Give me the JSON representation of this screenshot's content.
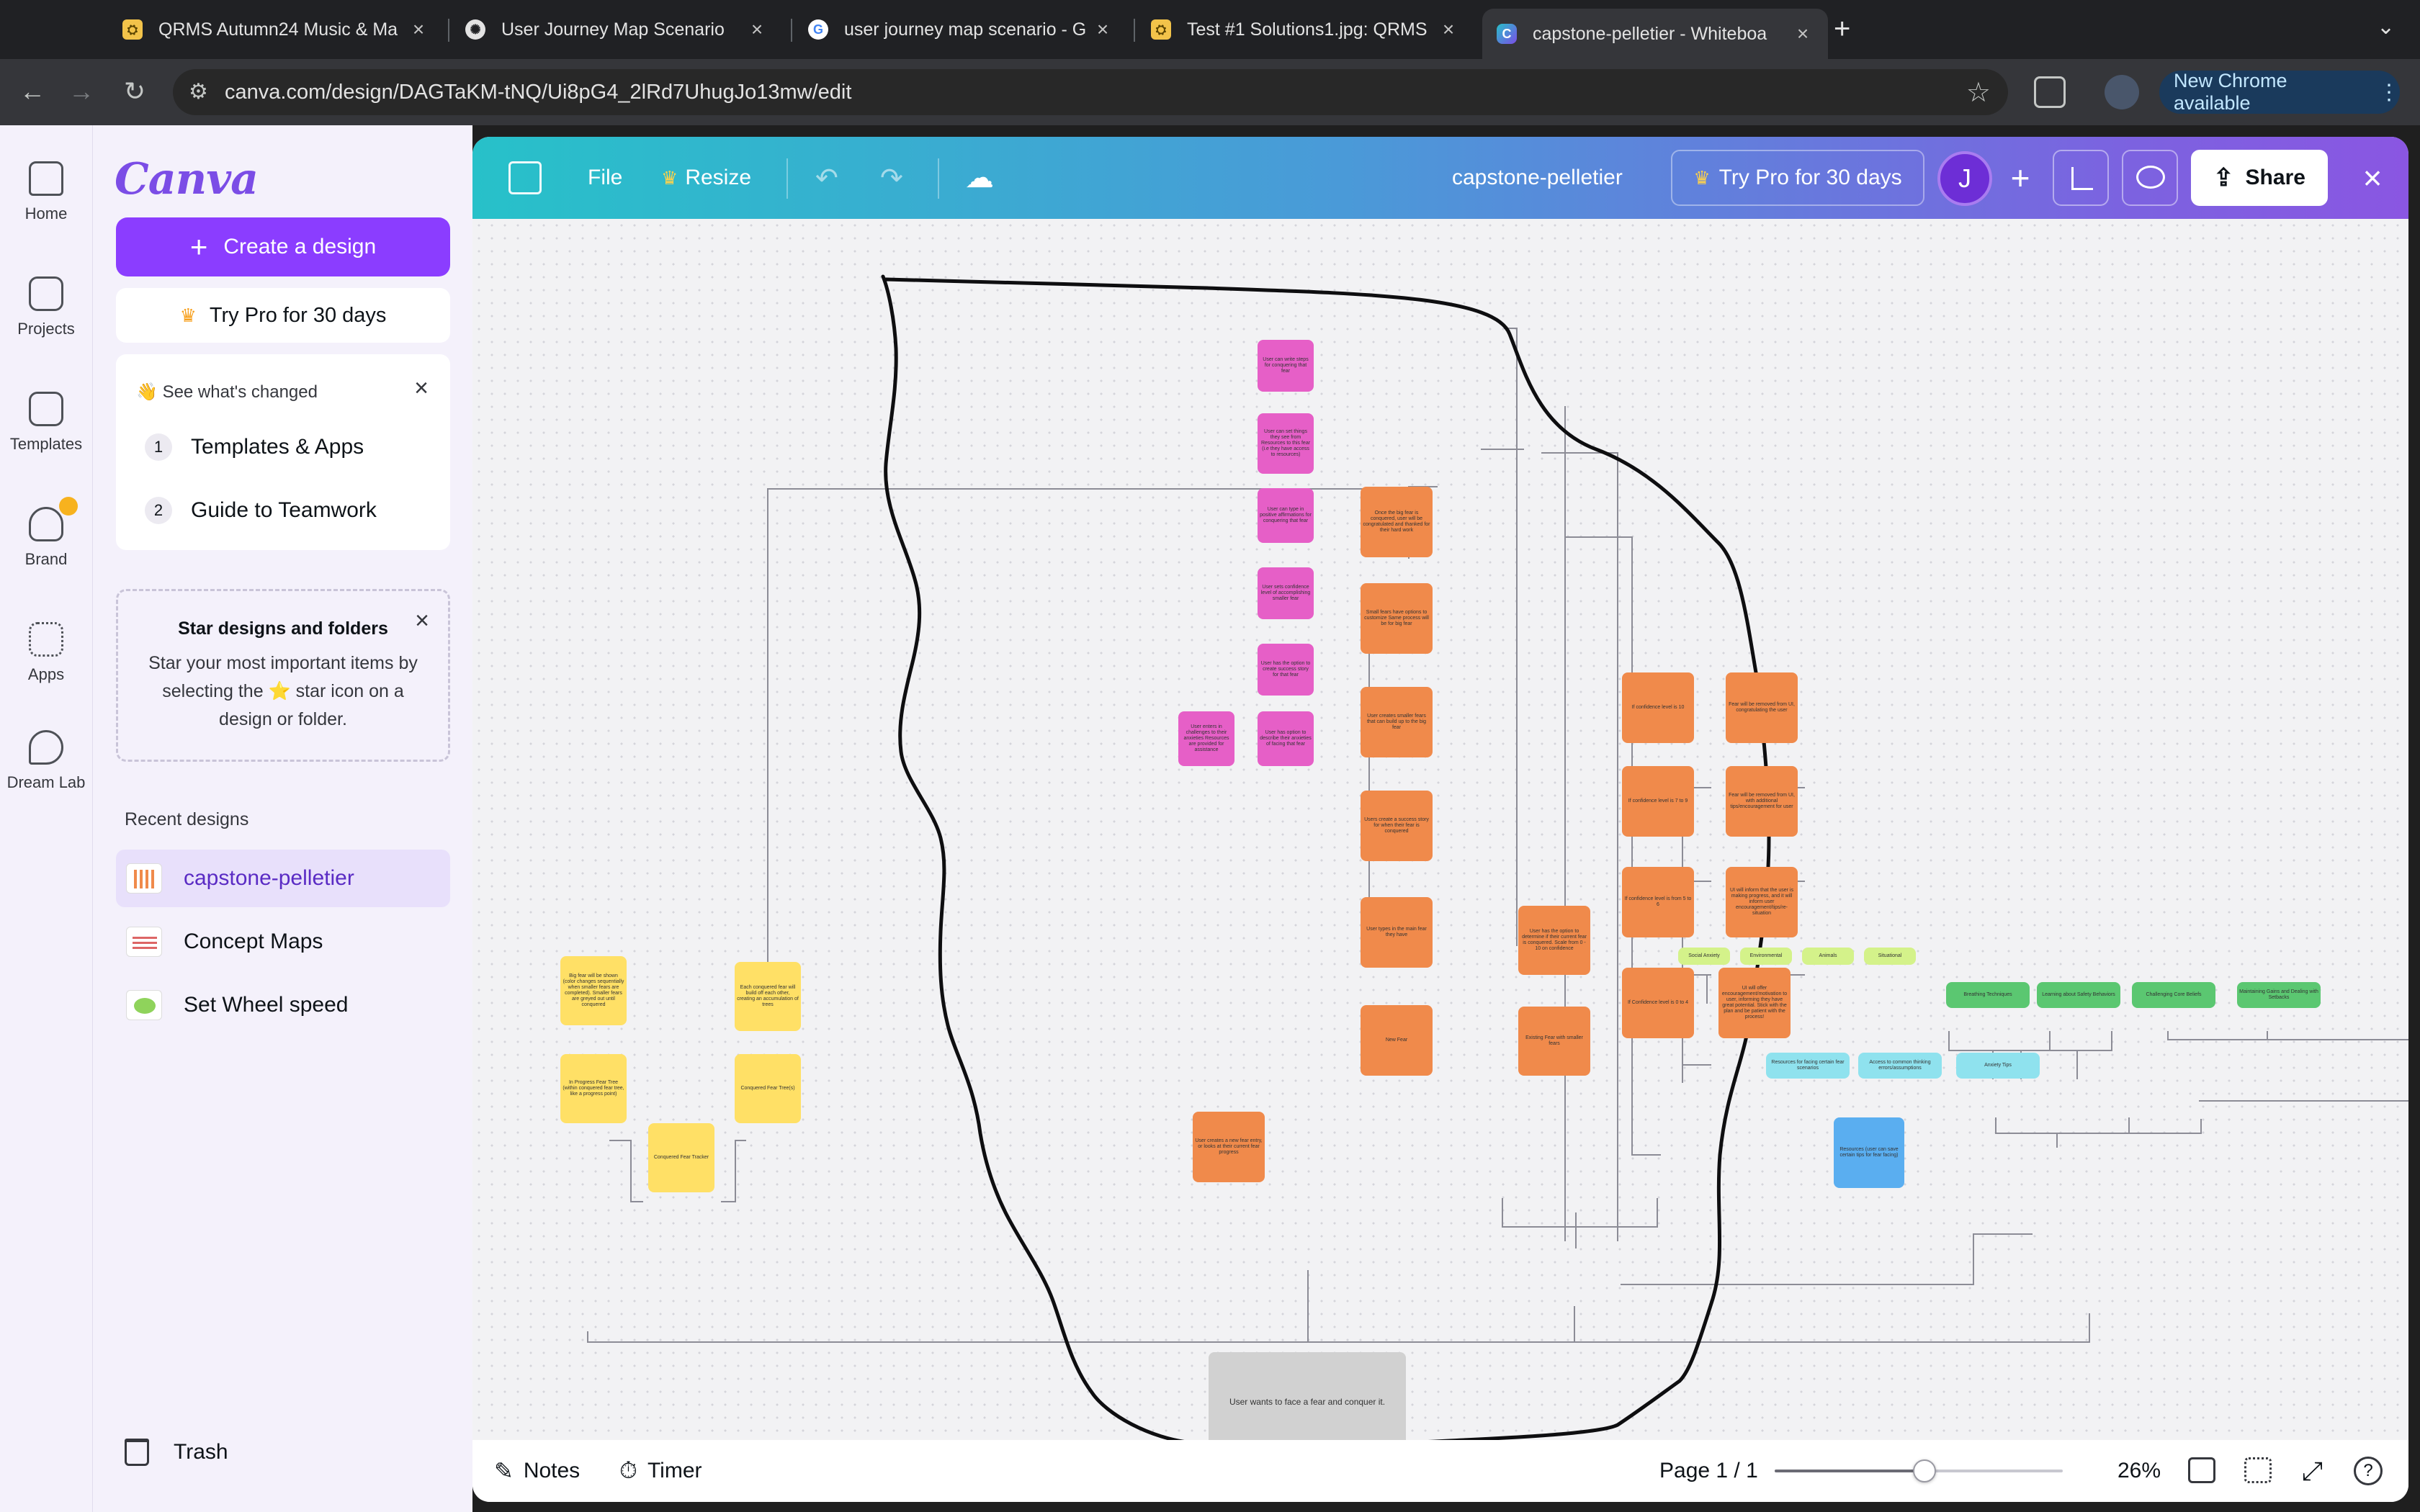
{
  "browser": {
    "tabs": [
      {
        "title": "QRMS Autumn24 Music & Ma",
        "favicon": "sheets-icon",
        "active": false
      },
      {
        "title": "User Journey Map Scenario",
        "favicon": "chatgpt-icon",
        "active": false
      },
      {
        "title": "user journey map scenario - G",
        "favicon": "google-icon",
        "active": false
      },
      {
        "title": "Test #1 Solutions1.jpg: QRMS",
        "favicon": "sheets-icon",
        "active": false
      },
      {
        "title": "capstone-pelletier - Whiteboa",
        "favicon": "canva-icon",
        "active": true
      }
    ],
    "url": "canva.com/design/DAGTaKM-tNQ/Ui8pG4_2lRd7UhugJo13mw/edit",
    "update_label": "New Chrome available"
  },
  "rail": {
    "items": [
      {
        "label": "Home",
        "icon": "home-icon"
      },
      {
        "label": "Projects",
        "icon": "folder-icon"
      },
      {
        "label": "Templates",
        "icon": "templates-icon"
      },
      {
        "label": "Brand",
        "icon": "brand-icon"
      },
      {
        "label": "Apps",
        "icon": "apps-icon"
      },
      {
        "label": "Dream Lab",
        "icon": "dream-lab-icon"
      }
    ]
  },
  "panel": {
    "logo": "Canva",
    "create_label": "Create a design",
    "trypro_label": "Try Pro for 30 days",
    "whats_changed": {
      "heading": "See what's changed",
      "items": [
        {
          "num": "1",
          "label": "Templates & Apps"
        },
        {
          "num": "2",
          "label": "Guide to Teamwork"
        }
      ]
    },
    "star": {
      "heading": "Star designs and folders",
      "body": "Star your most important items by selecting the ⭐ star icon on a design or folder."
    },
    "recent_heading": "Recent designs",
    "recent": [
      {
        "label": "capstone-pelletier",
        "selected": true
      },
      {
        "label": "Concept Maps",
        "selected": false
      },
      {
        "label": "Set Wheel speed",
        "selected": false
      }
    ],
    "trash_label": "Trash"
  },
  "toolbar": {
    "file_label": "File",
    "resize_label": "Resize",
    "title": "capstone-pelletier",
    "trypro_label": "Try Pro for 30 days",
    "avatar_initial": "J",
    "share_label": "Share"
  },
  "whiteboard": {
    "nodes": [
      {
        "id": "p1",
        "color": "pink",
        "text": "User can write steps for conquering that fear"
      },
      {
        "id": "p2",
        "color": "pink",
        "text": "User can set things they see from Resources to this fear (i.e they have access to resources)"
      },
      {
        "id": "p3",
        "color": "pink",
        "text": "User can type in positive affirmations for conquering that fear"
      },
      {
        "id": "p4",
        "color": "pink",
        "text": "User sets confidence level of accomplishing smaller fear"
      },
      {
        "id": "p5",
        "color": "pink",
        "text": "User has the option to create success story for that fear"
      },
      {
        "id": "p6",
        "color": "pink",
        "text": "User enters in challenges to their anxieties Resources are provided for assistance"
      },
      {
        "id": "p7",
        "color": "pink",
        "text": "User has option to describe their anxieties of facing that fear"
      },
      {
        "id": "o1",
        "color": "orange",
        "text": "Once the big fear is conquered, user will be congratulated and thanked for their hard work"
      },
      {
        "id": "o2",
        "color": "orange",
        "text": "Small fears have options to customize Same process will be for big fear"
      },
      {
        "id": "o3",
        "color": "orange",
        "text": "User creates smaller fears that can build up to the big fear"
      },
      {
        "id": "o4",
        "color": "orange",
        "text": "Users create a success story for when their fear is conquered"
      },
      {
        "id": "o5",
        "color": "orange",
        "text": "User types in the main fear they have"
      },
      {
        "id": "o6",
        "color": "orange",
        "text": "New Fear"
      },
      {
        "id": "o7",
        "color": "orange",
        "text": "User has the option to determine if their current fear is conquered. Scale from 0 - 10 on confidence"
      },
      {
        "id": "o8",
        "color": "orange",
        "text": "Existing Fear with smaller fears"
      },
      {
        "id": "o9",
        "color": "orange",
        "text": "User creates a new fear entry, or looks at their current fear progress"
      },
      {
        "id": "c1",
        "color": "orange",
        "text": "If confidence level is 10"
      },
      {
        "id": "c2",
        "color": "orange",
        "text": "Fear will be removed from UI, congratulating the user"
      },
      {
        "id": "c3",
        "color": "orange",
        "text": "If confidence level is 7 to 9"
      },
      {
        "id": "c4",
        "color": "orange",
        "text": "Fear will be removed from UI, with additional tips/encouragement for user"
      },
      {
        "id": "c5",
        "color": "orange",
        "text": "If confidence level is from 5 to 6"
      },
      {
        "id": "c6",
        "color": "orange",
        "text": "UI will inform that the user is making progress, and it will inform user encouragement/tips/re-situation"
      },
      {
        "id": "c7",
        "color": "orange",
        "text": "If Confidence level is 0 to 4"
      },
      {
        "id": "c8",
        "color": "orange",
        "text": "UI will offer encouragement/motivation to user, informing they have great potential. Stick with the plan and be patient with the process!"
      },
      {
        "id": "y1",
        "color": "yellow",
        "text": "Big fear will be shown (color changes sequentially when smaller fears are completed). Smaller fears are greyed out until conquered"
      },
      {
        "id": "y2",
        "color": "yellow",
        "text": "Each conquered fear will build off each other, creating an accumulation of trees"
      },
      {
        "id": "y3",
        "color": "yellow",
        "text": "In Progress Fear Tree (within conquered fear tree, like a progress point)"
      },
      {
        "id": "y4",
        "color": "yellow",
        "text": "Conquered Fear Tree(s)"
      },
      {
        "id": "y5",
        "color": "yellow",
        "text": "Conquered Fear Tracker"
      },
      {
        "id": "g1",
        "color": "lgreen",
        "text": "Social Anxiety"
      },
      {
        "id": "g2",
        "color": "lgreen",
        "text": "Environmental"
      },
      {
        "id": "g3",
        "color": "lgreen",
        "text": "Animals"
      },
      {
        "id": "g4",
        "color": "lgreen",
        "text": "Situational"
      },
      {
        "id": "g5",
        "color": "green",
        "text": "Breathing Techniques"
      },
      {
        "id": "g6",
        "color": "green",
        "text": "Learning about Safety Behaviors"
      },
      {
        "id": "g7",
        "color": "green",
        "text": "Challenging Core Beliefs"
      },
      {
        "id": "g8",
        "color": "green",
        "text": "Maintaining Gains and Dealing with Setbacks"
      },
      {
        "id": "t1",
        "color": "cyan",
        "text": "Resources for facing certain fear scenarios"
      },
      {
        "id": "t2",
        "color": "cyan",
        "text": "Access to common thinking errors/assumptions"
      },
      {
        "id": "t3",
        "color": "cyan",
        "text": "Anxiety Tips"
      },
      {
        "id": "b1",
        "color": "blue",
        "text": "Resources (user can save certain tips for fear facing)"
      },
      {
        "id": "start",
        "color": "grey",
        "text": "User wants to face a fear and conquer it."
      }
    ]
  },
  "bottombar": {
    "notes_label": "Notes",
    "timer_label": "Timer",
    "page_label": "Page 1 / 1",
    "zoom_label": "26%",
    "zoom_fraction": 0.26
  }
}
